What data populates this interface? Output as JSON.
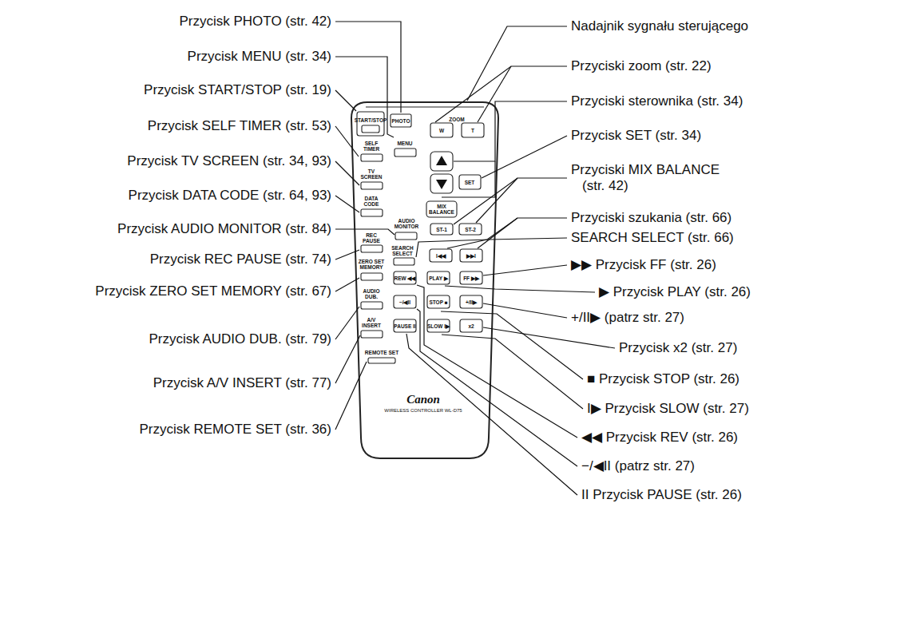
{
  "diagram": {
    "labels": [
      "Przycisk PHOTO (str. 42)",
      "Przycisk MENU (str. 34)",
      "Przycisk START/STOP (str. 19)",
      "Przycisk SELF TIMER (str. 53)",
      "Przycisk TV SCREEN (str. 34, 93)",
      "Przycisk DATA CODE (str. 64, 93)",
      "Przycisk AUDIO MONITOR (str. 84)",
      "Przycisk REC PAUSE (str. 74)",
      "Przycisk ZERO SET MEMORY (str. 67)",
      "Przycisk AUDIO DUB. (str. 79)",
      "Przycisk A/V INSERT (str. 77)",
      "Przycisk REMOTE SET (str. 36)",
      "Nadajnik sygnału sterującego",
      "Przyciski zoom (str. 22)",
      "Przyciski sterownika (str. 34)",
      "Przycisk SET (str. 34)",
      "Przyciski MIX BALANCE (str. 42)",
      "Przyciski szukania (str. 66)",
      "SEARCH SELECT (str. 66)",
      "▶▶ Przycisk FF (str. 26)",
      "▶ Przycisk PLAY (str. 26)",
      "+/II▶ (patrz str. 27)",
      "Przycisk x2 (str. 27)",
      "■ Przycisk STOP (str. 26)",
      "I▶ Przycisk SLOW (str. 27)",
      "◀◀ Przycisk REV (str. 26)",
      "−/◀II (patrz str. 27)",
      "II Przycisk PAUSE (str. 26)",
      "START/STOP",
      "PHOTO",
      "ZOOM",
      "W",
      "T",
      "SELF TIMER",
      "MENU",
      "SET",
      "TV SCREEN",
      "DATA CODE",
      "AUDIO MONITOR",
      "MIX BALANCE",
      "ST-1",
      "ST-2",
      "REC PAUSE",
      "SEARCH SELECT",
      "I◀◀",
      "▶▶I",
      "ZERO SET MEMORY",
      "REW ◀◀",
      "PLAY ▶",
      "FF ▶▶",
      "AUDIO DUB.",
      "−/◀II",
      "STOP ■",
      "+/II▶",
      "A/V INSERT",
      "PAUSE II",
      "SLOW I▶",
      "x2",
      "REMOTE SET",
      "Canon",
      "WIRELESS CONTROLLER WL-D75"
    ]
  }
}
